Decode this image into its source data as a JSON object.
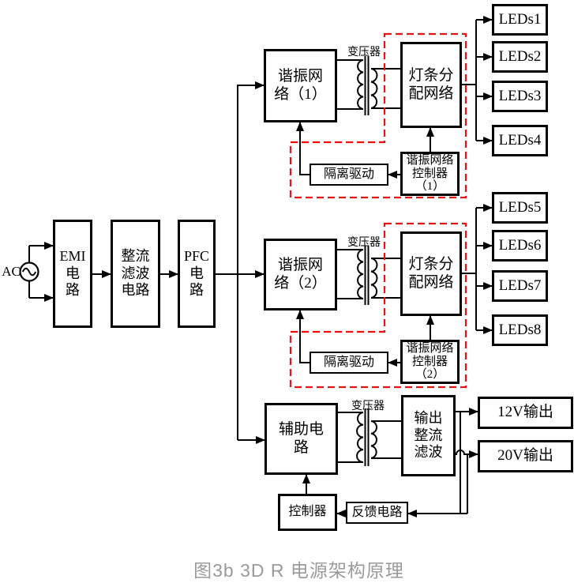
{
  "figure": {
    "caption": "图3b 3D R 电源架构原理",
    "colors": {
      "wire": "#000000",
      "highlight_dash": "#ee1010",
      "caption_gray": "#9a9a9a"
    }
  },
  "source": {
    "label": "AC"
  },
  "blocks": {
    "emi": "EMI\n电\n路",
    "rectifier_filter": "整流\n滤波\n电路",
    "pfc": "PFC\n电\n路",
    "resonant1": "谐振网\n络（1）",
    "resonant2": "谐振网\n络（2）",
    "lamp_dist1": "灯条分\n配网络",
    "lamp_dist2": "灯条分\n配网络",
    "res_ctrl1": "谐振网络\n控制器\n（1）",
    "res_ctrl2": "谐振网络\n控制器\n（2）",
    "iso_drive1": "隔离驱动",
    "iso_drive2": "隔离驱动",
    "aux": "辅助电\n路",
    "out_rect_filter": "输出\n整流\n滤波",
    "out_12v": "12V输出",
    "out_20v": "20V输出",
    "controller": "控制器",
    "feedback": "反馈电路"
  },
  "transformers": {
    "t1": "变压器",
    "t2": "变压器",
    "t3": "变压器"
  },
  "leds": [
    {
      "label": "LEDs1"
    },
    {
      "label": "LEDs2"
    },
    {
      "label": "LEDs3"
    },
    {
      "label": "LEDs4"
    },
    {
      "label": "LEDs5"
    },
    {
      "label": "LEDs6"
    },
    {
      "label": "LEDs7"
    },
    {
      "label": "LEDs8"
    }
  ]
}
